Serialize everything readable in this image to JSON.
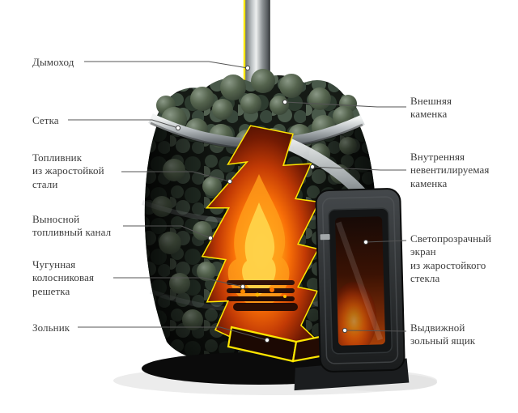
{
  "page": {
    "background": "#ffffff"
  },
  "diagram": {
    "type": "cutaway-stove-diagram",
    "accent_colors": {
      "cut_outline": "#ffe600",
      "fire_core": "#ffb21b",
      "fire_deep": "#c23a05",
      "stones": "#3e4e3f",
      "metal_band": "#c9ced0",
      "body": "#161a16",
      "leader_line": "#555555"
    },
    "labels": {
      "left": [
        {
          "id": "chimney",
          "text": "Дымоход"
        },
        {
          "id": "mesh",
          "text": "Сетка"
        },
        {
          "id": "firebox",
          "text": "Топливник\nиз жаростойкой\nстали"
        },
        {
          "id": "fuel-channel",
          "text": "Выносной\nтопливный канал"
        },
        {
          "id": "grate",
          "text": "Чугунная\nколосниковая\nрешетка"
        },
        {
          "id": "ashpit",
          "text": "Зольник"
        }
      ],
      "right": [
        {
          "id": "external-heater",
          "text": "Внешняя\nкаменка"
        },
        {
          "id": "internal-heater",
          "text": "Внутренняя\nневентилируемая\nкаменка"
        },
        {
          "id": "glass-screen",
          "text": "Светопрозрачный\nэкран\nиз жаростойкого\nстекла"
        },
        {
          "id": "ash-drawer",
          "text": "Выдвижной\nзольный ящик"
        }
      ]
    }
  }
}
